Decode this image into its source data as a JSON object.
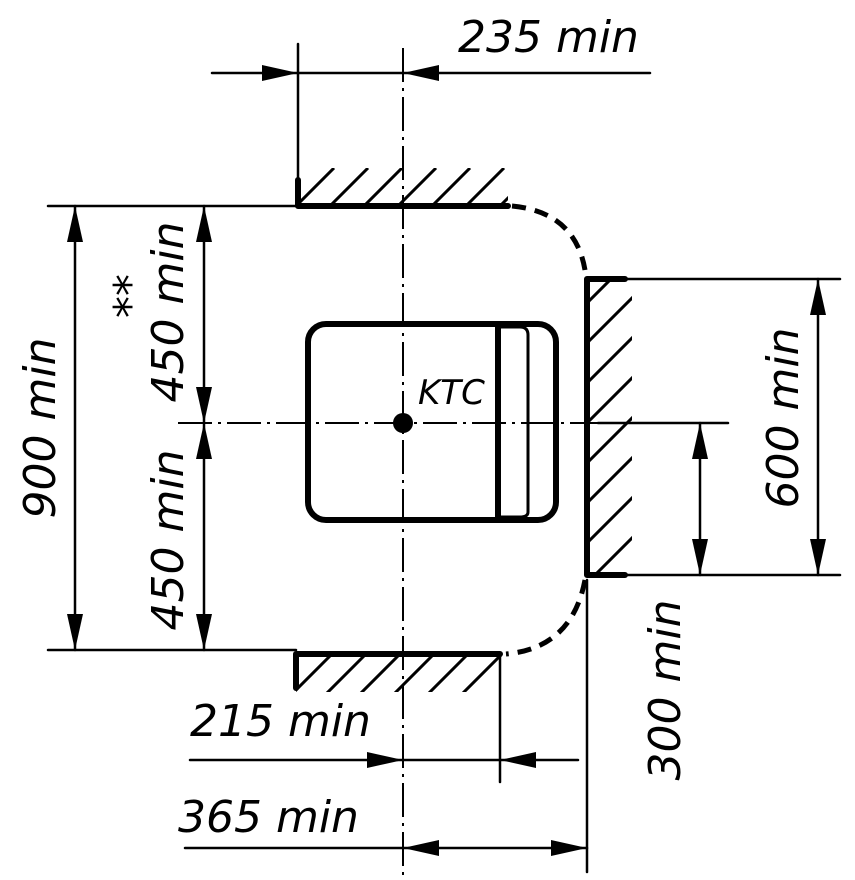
{
  "dimensions": {
    "top_width": "235 min",
    "total_height": "900 min",
    "upper_half": "450 min",
    "upper_half_mark": "**",
    "lower_half": "450 min",
    "wall_height": "600 min",
    "below_axis": "300 min",
    "bottom_inner": "215 min",
    "bottom_outer": "365 min"
  },
  "fixture_label": "KTC"
}
